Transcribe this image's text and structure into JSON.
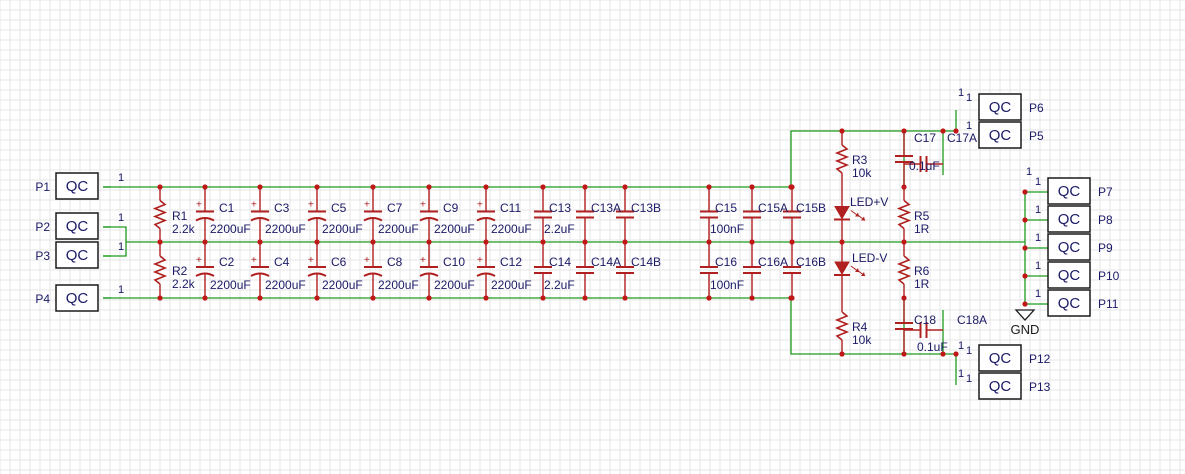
{
  "colors": {
    "background": "#ffffff",
    "grid": "#e6e6e6",
    "wire": "#1e9b1e",
    "component": "#b02020",
    "label": "#1a1a66",
    "connector": "#1a1a1a",
    "junction": "#c01818"
  },
  "connectors": [
    {
      "ref": "P1",
      "value": "QC",
      "pin": "1"
    },
    {
      "ref": "P2",
      "value": "QC",
      "pin": "1"
    },
    {
      "ref": "P3",
      "value": "QC",
      "pin": "1"
    },
    {
      "ref": "P4",
      "value": "QC",
      "pin": "1"
    },
    {
      "ref": "P5",
      "value": "QC",
      "pin": "1"
    },
    {
      "ref": "P6",
      "value": "QC",
      "pin": "1"
    },
    {
      "ref": "P7",
      "value": "QC",
      "pin": "1"
    },
    {
      "ref": "P8",
      "value": "QC",
      "pin": "1"
    },
    {
      "ref": "P9",
      "value": "QC",
      "pin": "1"
    },
    {
      "ref": "P10",
      "value": "QC",
      "pin": "1"
    },
    {
      "ref": "P11",
      "value": "QC",
      "pin": "1"
    },
    {
      "ref": "P12",
      "value": "QC",
      "pin": "1"
    },
    {
      "ref": "P13",
      "value": "QC",
      "pin": "1"
    }
  ],
  "resistors": [
    {
      "ref": "R1",
      "value": "2.2k"
    },
    {
      "ref": "R2",
      "value": "2.2k"
    },
    {
      "ref": "R3",
      "value": "10k"
    },
    {
      "ref": "R4",
      "value": "10k"
    },
    {
      "ref": "R5",
      "value": "1R"
    },
    {
      "ref": "R6",
      "value": "1R"
    }
  ],
  "capacitors_top": [
    {
      "ref": "C1",
      "value": "2200uF"
    },
    {
      "ref": "C3",
      "value": "2200uF"
    },
    {
      "ref": "C5",
      "value": "2200uF"
    },
    {
      "ref": "C7",
      "value": "2200uF"
    },
    {
      "ref": "C9",
      "value": "2200uF"
    },
    {
      "ref": "C11",
      "value": "2200uF"
    },
    {
      "ref": "C13",
      "value": "2.2uF"
    },
    {
      "ref": "C13A",
      "value": ""
    },
    {
      "ref": "C13B",
      "value": ""
    },
    {
      "ref": "C15",
      "value": "100nF"
    },
    {
      "ref": "C15A",
      "value": ""
    },
    {
      "ref": "C15B",
      "value": ""
    }
  ],
  "capacitors_bottom": [
    {
      "ref": "C2",
      "value": "2200uF"
    },
    {
      "ref": "C4",
      "value": "2200uF"
    },
    {
      "ref": "C6",
      "value": "2200uF"
    },
    {
      "ref": "C8",
      "value": "2200uF"
    },
    {
      "ref": "C10",
      "value": "2200uF"
    },
    {
      "ref": "C12",
      "value": "2200uF"
    },
    {
      "ref": "C14",
      "value": "2.2uF"
    },
    {
      "ref": "C14A",
      "value": ""
    },
    {
      "ref": "C14B",
      "value": ""
    },
    {
      "ref": "C16",
      "value": "100nF"
    },
    {
      "ref": "C16A",
      "value": ""
    },
    {
      "ref": "C16B",
      "value": ""
    }
  ],
  "small_caps": [
    {
      "ref": "C17",
      "value": "0.1uF"
    },
    {
      "ref": "C17A",
      "value": ""
    },
    {
      "ref": "C18",
      "value": "0.1uF"
    },
    {
      "ref": "C18A",
      "value": ""
    }
  ],
  "leds": [
    {
      "ref": "LED+V"
    },
    {
      "ref": "LED-V"
    }
  ],
  "ground_label": "GND"
}
